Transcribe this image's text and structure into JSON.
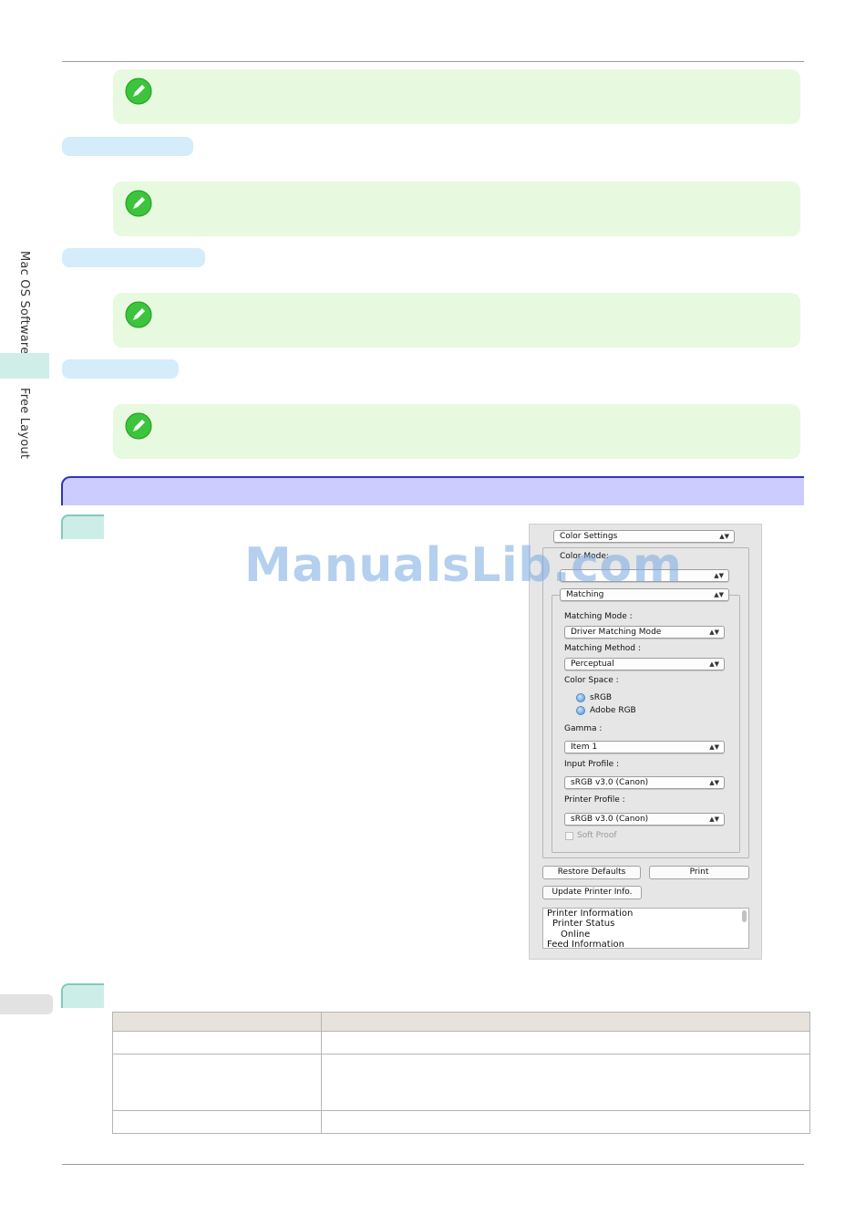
{
  "sidebar": {
    "section_label": "Mac OS Software",
    "topic_label": "Free Layout"
  },
  "dialog": {
    "color_settings_popup": "Color Settings",
    "color_mode_label": "Color Mode:",
    "color_mode_value": "",
    "matching_tab": "Matching",
    "matching_mode_label": "Matching Mode :",
    "matching_mode_value": "Driver Matching Mode",
    "matching_method_label": "Matching Method :",
    "matching_method_value": "Perceptual",
    "color_space_label": "Color Space :",
    "color_space_options": [
      "sRGB",
      "Adobe RGB"
    ],
    "gamma_label": "Gamma :",
    "gamma_value": "Item 1",
    "input_profile_label": "Input Profile :",
    "input_profile_value": "sRGB v3.0 (Canon)",
    "printer_profile_label": "Printer Profile :",
    "printer_profile_value": "sRGB v3.0 (Canon)",
    "soft_proof_label": "Soft Proof",
    "restore_defaults_button": "Restore Defaults",
    "print_button": "Print",
    "update_printer_info_button": "Update Printer Info.",
    "printer_info_lines": [
      "Printer Information",
      "Printer Status",
      "Online",
      "Feed Information"
    ]
  },
  "watermark": "ManualsLib.com",
  "colors": {
    "note_bg": "#e7f9de",
    "subhead_bg": "#d5ecfa",
    "section_bg": "#ccccff",
    "section_border": "#3333bb",
    "step_tab_bg": "#cdeee8"
  },
  "icons": {
    "note": "pencil-note-icon"
  }
}
